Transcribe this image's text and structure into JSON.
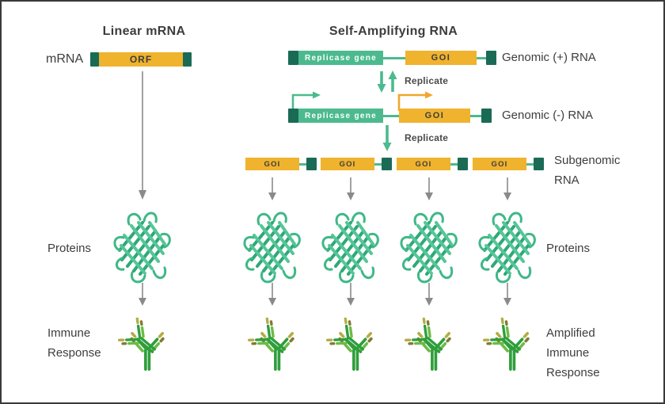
{
  "titles": {
    "left": "Linear mRNA",
    "right": "Self-Amplifying RNA"
  },
  "linear": {
    "mrna_label": "mRNA",
    "orf_label": "ORF",
    "proteins_label": "Proteins",
    "immune_line1": "Immune",
    "immune_line2": "Response"
  },
  "sar": {
    "genomic_plus": {
      "replicase_label": "Replicase gene",
      "goi_label": "GOI",
      "row_label": "Genomic (+) RNA"
    },
    "replicate_top": "Replicate",
    "genomic_minus": {
      "replicase_label": "Replicase gene",
      "goi_label": "GOI",
      "row_label": "Genomic (-) RNA"
    },
    "replicate_bottom": "Replicate",
    "subgenomic": {
      "goi_label": "GOI",
      "row_label_line1": "Subgenomic",
      "row_label_line2": "RNA"
    },
    "proteins_label": "Proteins",
    "amplified_line1": "Amplified",
    "amplified_line2": "Immune",
    "amplified_line3": "Response"
  },
  "icons": [
    "protein-ribbon-icon",
    "antibody-pair-icon",
    "down-arrow-icon",
    "replicate-up-down-arrows-icon",
    "promoter-arrow-green-icon",
    "promoter-arrow-yellow-icon"
  ],
  "colors": {
    "construct_green": "#4CBA8E",
    "construct_cap_teal": "#1A6B55",
    "construct_yellow": "#F0B32E",
    "promoter_yellow": "#F0A72A",
    "arrow_gray": "#8A8A8A",
    "text": "#3D3D3D",
    "protein_green": "#3CB483",
    "antibody_green": "#2F9E3C",
    "antibody_light_green": "#6CBB45",
    "antibody_olive": "#B2AD49",
    "antibody_dark_olive": "#7F7D2F",
    "background": "#FFFFFF"
  }
}
